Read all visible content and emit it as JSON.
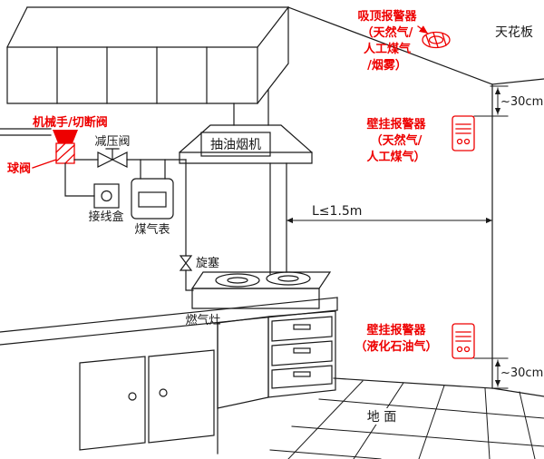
{
  "colors": {
    "alarm_red": "#ee0000",
    "line_black": "#1a1a1a",
    "background": "#ffffff"
  },
  "labels": {
    "ceiling": "天花板",
    "floor": "地 面",
    "range_hood": "抽油烟机",
    "gas_stove": "燃气灶",
    "gas_meter": "煤气表",
    "junction_box": "接线盒",
    "pressure_regulator": "减压阀",
    "ball_valve": "球阀",
    "mech_cutoff_valve": "机械手/切断阀",
    "plug_valve": "旋塞"
  },
  "dimensions": {
    "hood_to_wall": "L≤1.5m",
    "ceiling_offset": "~30cm",
    "floor_offset": "~30cm"
  },
  "alarms": {
    "ceiling_alarm": {
      "line1": "吸顶报警器",
      "line2": "（天然气/",
      "line3": "人工煤气",
      "line4": "/烟雾）"
    },
    "wall_alarm_top": {
      "line1": "壁挂报警器",
      "line2": "（天然气/",
      "line3": "人工煤气）"
    },
    "wall_alarm_bottom": {
      "line1": "壁挂报警器",
      "line2": "（液化石油气）"
    }
  }
}
